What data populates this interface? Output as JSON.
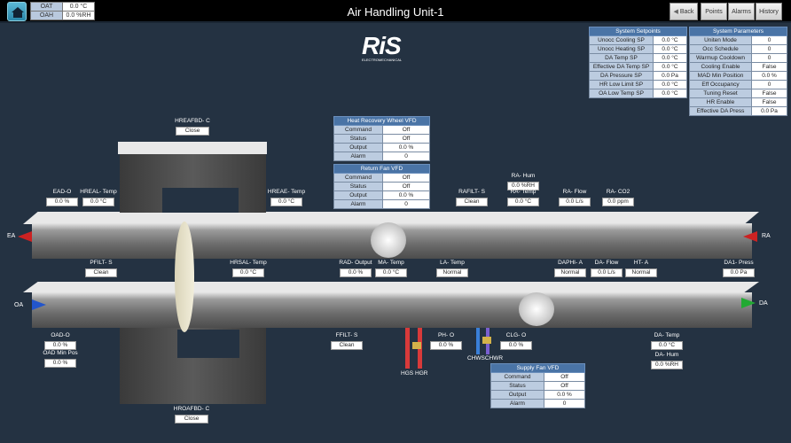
{
  "header": {
    "title": "Air Handling Unit-1",
    "home_icon": "home-icon",
    "outdoor": [
      {
        "label": "OAT",
        "value": "0.0 °C"
      },
      {
        "label": "OAH",
        "value": "0.0 %RH"
      }
    ],
    "nav": {
      "back": "Back",
      "points": "Points",
      "alarms": "Alarms",
      "history": "History"
    }
  },
  "logo": {
    "text": "RiS",
    "sub": "ELECTROMECHANICAL"
  },
  "setpoints": {
    "title": "System Setpoints",
    "rows": [
      {
        "label": "Unocc Cooling SP",
        "value": "0.0 °C"
      },
      {
        "label": "Unocc Heating SP",
        "value": "0.0 °C"
      },
      {
        "label": "DA Temp SP",
        "value": "0.0 °C"
      },
      {
        "label": "Effective DA Temp SP",
        "value": "0.0 °C"
      },
      {
        "label": "DA Pressure SP",
        "value": "0.0 Pa"
      },
      {
        "label": "HR Low Limit SP",
        "value": "0.0 °C"
      },
      {
        "label": "OA Low Temp SP",
        "value": "0.0 °C"
      }
    ]
  },
  "parameters": {
    "title": "System Parameters",
    "rows": [
      {
        "label": "Uniten Mode",
        "value": "0"
      },
      {
        "label": "Occ Schedule",
        "value": "0"
      },
      {
        "label": "Warmup Cooldown",
        "value": "0"
      },
      {
        "label": "Cooling Enable",
        "value": "False"
      },
      {
        "label": "MAD Min Position",
        "value": "0.0 %"
      },
      {
        "label": "Eff Occupancy",
        "value": "0"
      },
      {
        "label": "Tuning Reset",
        "value": "False"
      },
      {
        "label": "HR Enable",
        "value": "False"
      },
      {
        "label": "Effective DA Press",
        "value": "0.0 Pa"
      }
    ]
  },
  "hrw_vfd": {
    "title": "Heat Recovery Wheel VFD",
    "rows": [
      {
        "label": "Command",
        "value": "Off"
      },
      {
        "label": "Status",
        "value": "Off"
      },
      {
        "label": "Output",
        "value": "0.0 %"
      },
      {
        "label": "Alarm",
        "value": "0"
      }
    ]
  },
  "rf_vfd": {
    "title": "Return Fan VFD",
    "rows": [
      {
        "label": "Command",
        "value": "Off"
      },
      {
        "label": "Status",
        "value": "Off"
      },
      {
        "label": "Output",
        "value": "0.0 %"
      },
      {
        "label": "Alarm",
        "value": "0"
      }
    ]
  },
  "sf_vfd": {
    "title": "Supply Fan VFD",
    "rows": [
      {
        "label": "Command",
        "value": "Off"
      },
      {
        "label": "Status",
        "value": "Off"
      },
      {
        "label": "Output",
        "value": "0.0 %"
      },
      {
        "label": "Alarm",
        "value": "0"
      }
    ]
  },
  "points": {
    "hreafbd": {
      "label": "HREAFBD- C",
      "value": "Close"
    },
    "ead": {
      "label": "EAD-O",
      "value": "0.0 %"
    },
    "hreal": {
      "label": "HREAL- Temp",
      "value": "0.0 °C"
    },
    "hreae": {
      "label": "HREAE- Temp",
      "value": "0.0 °C"
    },
    "rafilt": {
      "label": "RAFILT- S",
      "value": "Clean"
    },
    "rahum": {
      "label": "RA- Hum",
      "value": "0.0 %RH"
    },
    "ratemp": {
      "label": "RA- Temp",
      "value": "0.0 °C"
    },
    "raflow": {
      "label": "RA- Flow",
      "value": "0.0 L/s"
    },
    "raco2": {
      "label": "RA- CO2",
      "value": "0.0 ppm"
    },
    "pfilt": {
      "label": "PFILT- S",
      "value": "Clean"
    },
    "hrsal": {
      "label": "HRSAL- Temp",
      "value": "0.0 °C"
    },
    "rad": {
      "label": "RAD- Output",
      "value": "0.0 %"
    },
    "ma": {
      "label": "MA- Temp",
      "value": "0.0 °C"
    },
    "la": {
      "label": "LA- Temp",
      "value": "Normal"
    },
    "daphi": {
      "label": "DAPHI- A",
      "value": "Normal"
    },
    "daflow": {
      "label": "DA- Flow",
      "value": "0.0 L/s"
    },
    "ht": {
      "label": "HT- A",
      "value": "Normal"
    },
    "da1press": {
      "label": "DA1- Press",
      "value": "0.0 Pa"
    },
    "oad": {
      "label": "OAD-O",
      "value": "0.0 %"
    },
    "oadmin": {
      "label": "OAD Min Pos",
      "value": "0.0 %"
    },
    "ffilt": {
      "label": "FFILT- S",
      "value": "Clean"
    },
    "ph": {
      "label": "PH- O",
      "value": "0.0 %"
    },
    "clg": {
      "label": "CLG- O",
      "value": "0.0 %"
    },
    "datemp": {
      "label": "DA- Temp",
      "value": "0.0 °C"
    },
    "dahum": {
      "label": "DA- Hum",
      "value": "0.0 %RH"
    },
    "hroafbd": {
      "label": "HROAFBD- C",
      "value": "Close"
    }
  },
  "pipes": {
    "hgs": "HGS",
    "hgr": "HGR",
    "chws": "CHWSCHWR"
  },
  "arrows": {
    "ea": "EA",
    "ra": "RA",
    "oa": "OA",
    "da": "DA"
  },
  "colors": {
    "exhaust": "#cc2222",
    "supply": "#22aa33",
    "outdoor": "#2255cc",
    "hot": "#d83a3a",
    "chw": "#3a7fd8"
  }
}
